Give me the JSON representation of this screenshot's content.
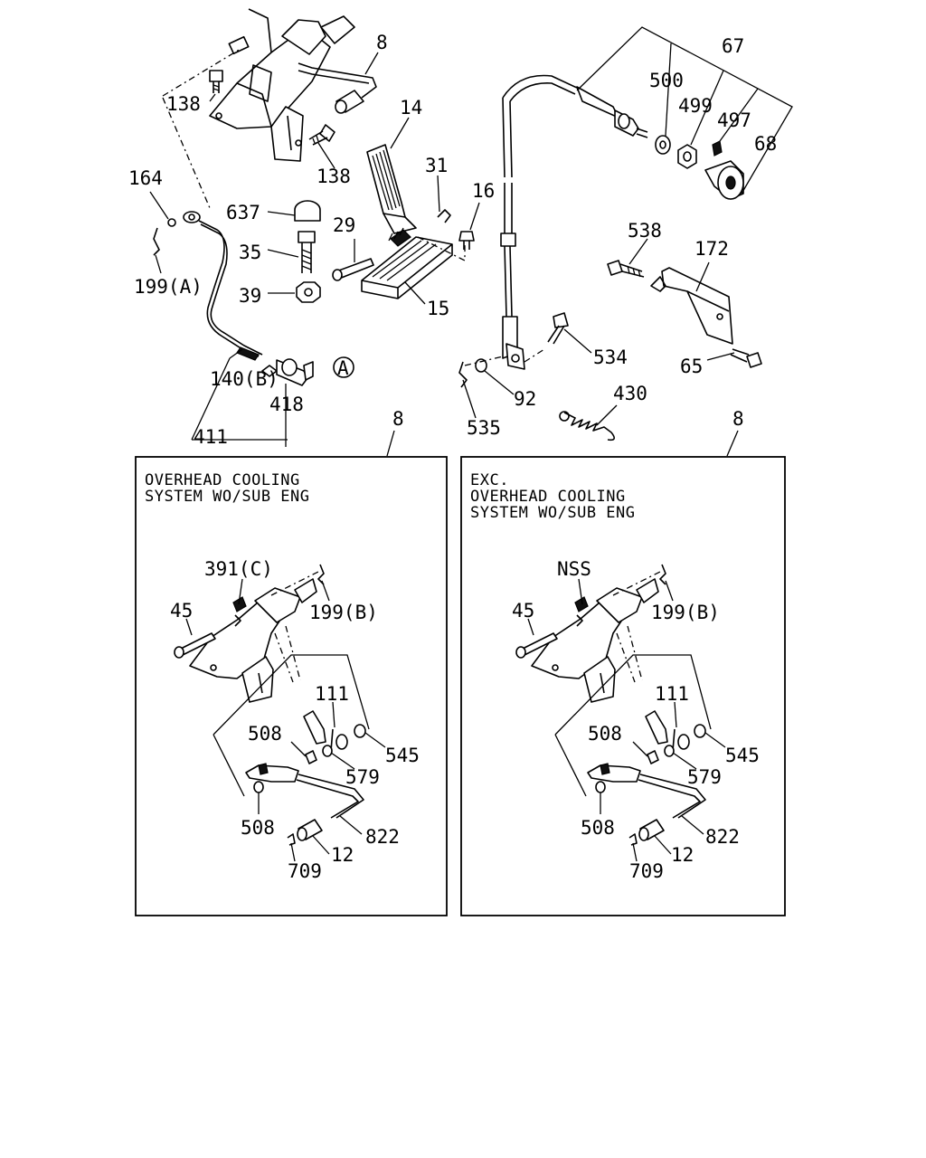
{
  "labels": {
    "l8": "8",
    "l67": "67",
    "l500": "500",
    "l499": "499",
    "l497": "497",
    "l68": "68",
    "l138a": "138",
    "l138b": "138",
    "l14": "14",
    "l31": "31",
    "l16": "16",
    "l164": "164",
    "l637": "637",
    "l29": "29",
    "l35": "35",
    "l39": "39",
    "l199a": "199(A)",
    "l15": "15",
    "l538": "538",
    "l172": "172",
    "l534": "534",
    "l65": "65",
    "l140b": "140(B)",
    "l418": "418",
    "l411": "411",
    "l92": "92",
    "l430": "430",
    "l535": "535",
    "circleA": "A",
    "lbox1": "8",
    "lbox2": "8"
  },
  "box1": {
    "title_line1": "OVERHEAD COOLING",
    "title_line2": "SYSTEM WO/SUB ENG",
    "labels": {
      "l391c": "391(C)",
      "l45": "45",
      "l199b": "199(B)",
      "l111": "111",
      "l508a": "508",
      "l545": "545",
      "l579": "579",
      "l508b": "508",
      "l822": "822",
      "l12": "12",
      "l709": "709"
    }
  },
  "box2": {
    "title_line1": "EXC.",
    "title_line2": "OVERHEAD COOLING",
    "title_line3": "SYSTEM WO/SUB ENG",
    "labels": {
      "lnss": "NSS",
      "l45": "45",
      "l199b": "199(B)",
      "l111": "111",
      "l508a": "508",
      "l545": "545",
      "l579": "579",
      "l508b": "508",
      "l822": "822",
      "l12": "12",
      "l709": "709"
    }
  }
}
